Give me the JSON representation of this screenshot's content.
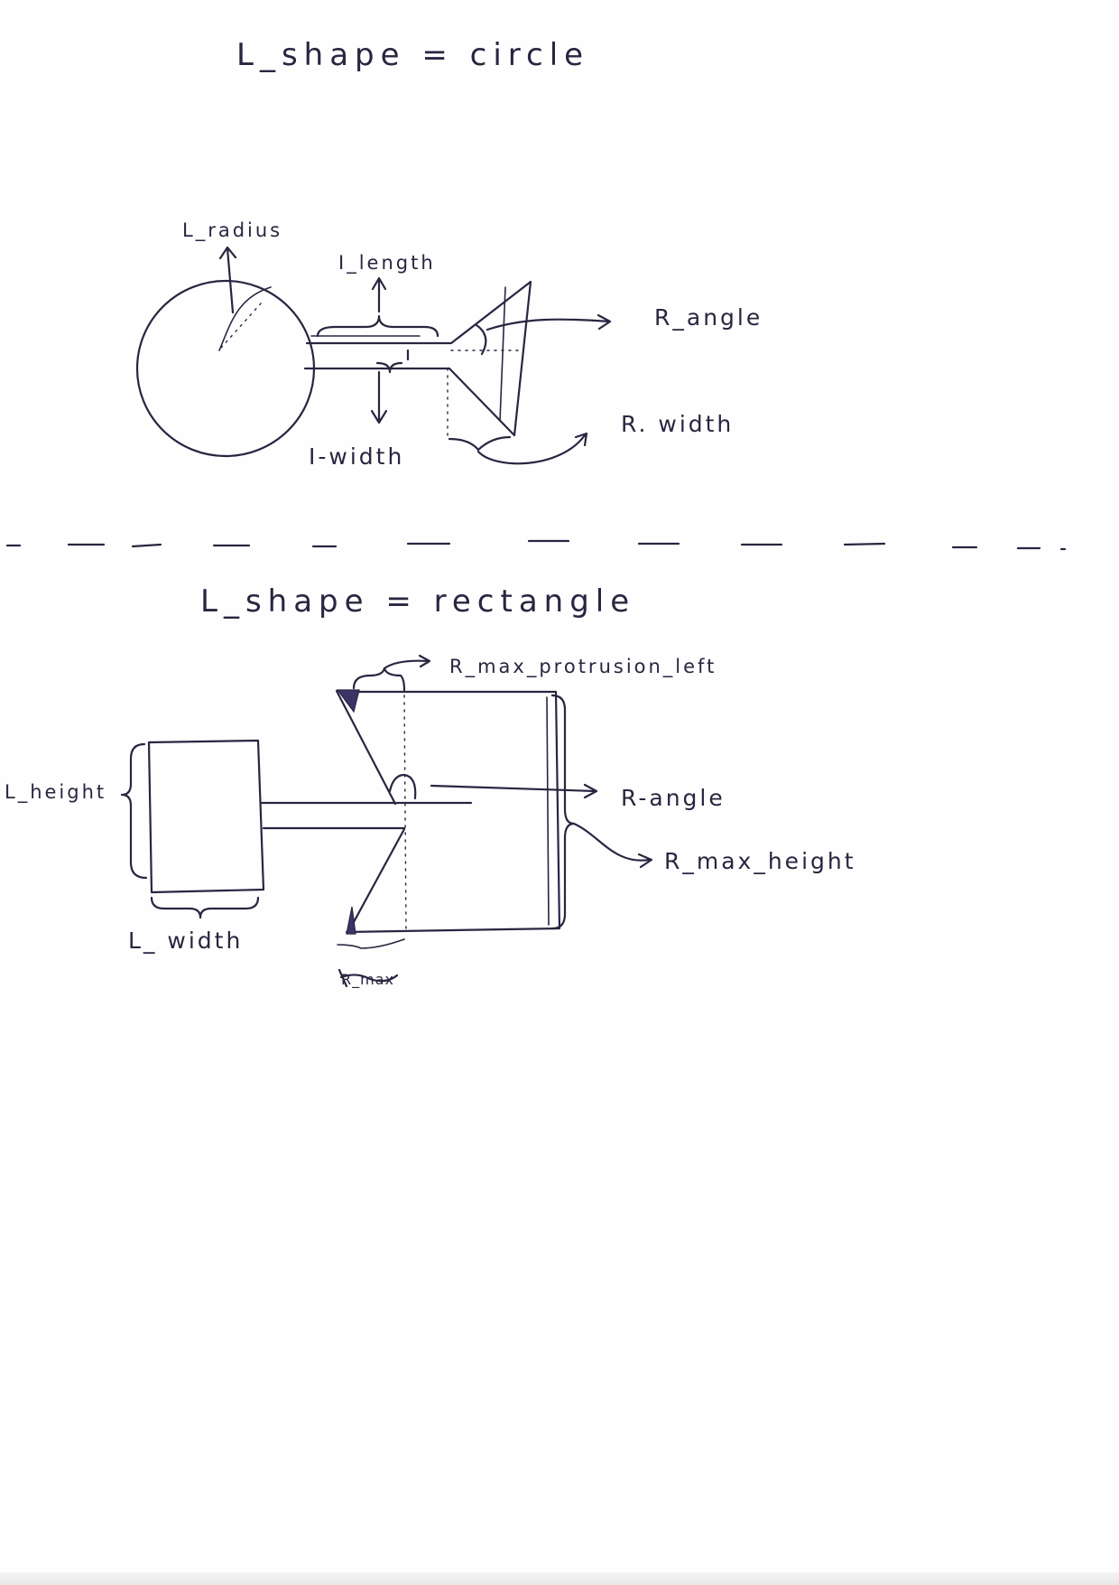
{
  "diagram": {
    "circle_section": {
      "title": "L_shape = circle",
      "labels": {
        "l_radius": "L_radius",
        "i_length": "I_length",
        "i_width": "I-width",
        "r_angle": "R_angle",
        "r_width": "R. width"
      }
    },
    "rectangle_section": {
      "title": "L_shape = rectangle",
      "labels": {
        "r_max_protrusion_left": "R_max_protrusion_left",
        "l_height": "L_height",
        "l_width": "L_ width",
        "r_angle": "R-angle",
        "r_max_height": "R_max_height",
        "crossed_out": "R_max"
      }
    }
  }
}
